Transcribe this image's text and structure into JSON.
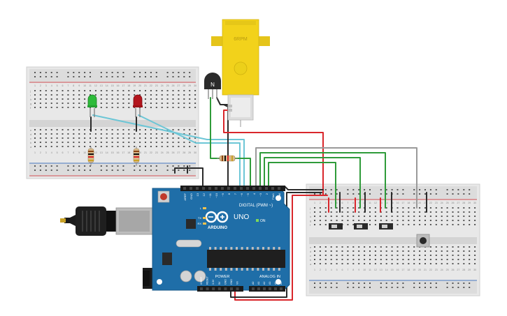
{
  "motor": {
    "label": "6RPM"
  },
  "transistor": {
    "label": "N"
  },
  "arduino": {
    "brand": "ARDUINO",
    "model": "UNO",
    "on_label": "ON",
    "digital_header": "DIGITAL (PWM ~)",
    "power_header": "POWER",
    "analog_header": "ANALOG IN",
    "led_labels": [
      "L",
      "TX",
      "RX"
    ],
    "digital_pins": [
      "AREF",
      "GND",
      "13",
      "12",
      "~11",
      "~10",
      "~9",
      "8",
      "7",
      "~6",
      "~5",
      "4",
      "~3",
      "2",
      "TX▸1",
      "RX◂0"
    ],
    "power_pins": [
      "IOREF",
      "RESET",
      "3.3V",
      "5V",
      "GND",
      "GND",
      "Vin"
    ],
    "analog_pins": [
      "A0",
      "A1",
      "A2",
      "A3",
      "A4",
      "A5"
    ]
  },
  "breadboard": {
    "row_letters_top": [
      "j",
      "i",
      "h",
      "g",
      "f"
    ],
    "row_letters_bottom": [
      "e",
      "d",
      "c",
      "b",
      "a"
    ],
    "column_numbers": [
      "1",
      "2",
      "3",
      "4",
      "5",
      "6",
      "7",
      "8",
      "9",
      "10",
      "11",
      "12",
      "13",
      "14",
      "15",
      "16",
      "17",
      "18",
      "19",
      "20",
      "21",
      "22",
      "23",
      "24",
      "25",
      "26",
      "27",
      "28",
      "29",
      "30"
    ]
  },
  "colors": {
    "board_blue": "#1f6ea8",
    "motor_yellow": "#f2d21b",
    "wire_red": "#d9262b",
    "wire_green": "#2f9b3a",
    "wire_cyan": "#6cc6d6",
    "wire_gray": "#9a9a9a",
    "wire_black": "#2a2a2a",
    "led_green": "#2dbb3a",
    "led_red": "#b3141c"
  }
}
